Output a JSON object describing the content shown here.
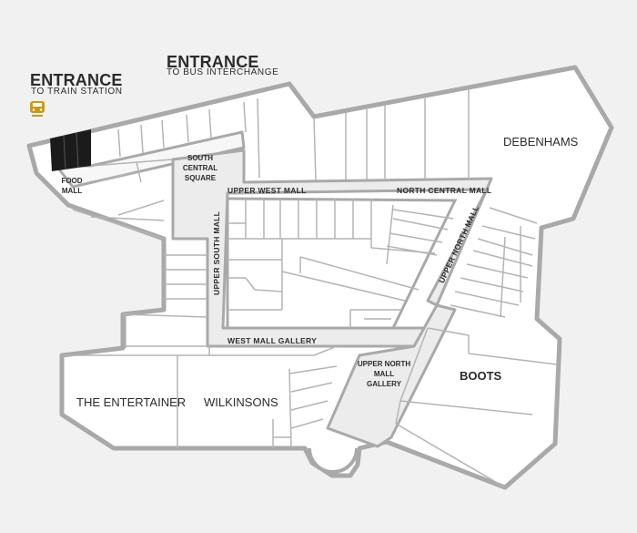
{
  "entrances": {
    "train": {
      "title": "ENTRANCE",
      "subtitle": "TO TRAIN STATION",
      "icon": "train-icon",
      "icon_color": "#c79a1e"
    },
    "bus": {
      "title": "ENTRANCE",
      "subtitle": "TO BUS INTERCHANGE"
    }
  },
  "stores": {
    "debenhams": "DEBENHAMS",
    "boots": "BOOTS",
    "wilkinsons": "WILKINSONS",
    "entertainer": "THE ENTERTAINER"
  },
  "areas": {
    "food_mall": "FOOD MALL",
    "south_central_square": "SOUTH CENTRAL SQUARE",
    "upper_west_mall": "UPPER WEST MALL",
    "north_central_mall": "NORTH CENTRAL MALL",
    "upper_north_mall": "UPPER NORTH MALL",
    "upper_south_mall": "UPPER SOUTH MALL",
    "west_mall_gallery": "WEST MALL GALLERY",
    "upper_north_mall_gallery": "UPPER NORTH MALL GALLERY"
  },
  "colors": {
    "background": "#f1f1f1",
    "unit_fill": "#ffffff",
    "outline": "#a7a7a7",
    "highlight": "#1b1b1b"
  }
}
